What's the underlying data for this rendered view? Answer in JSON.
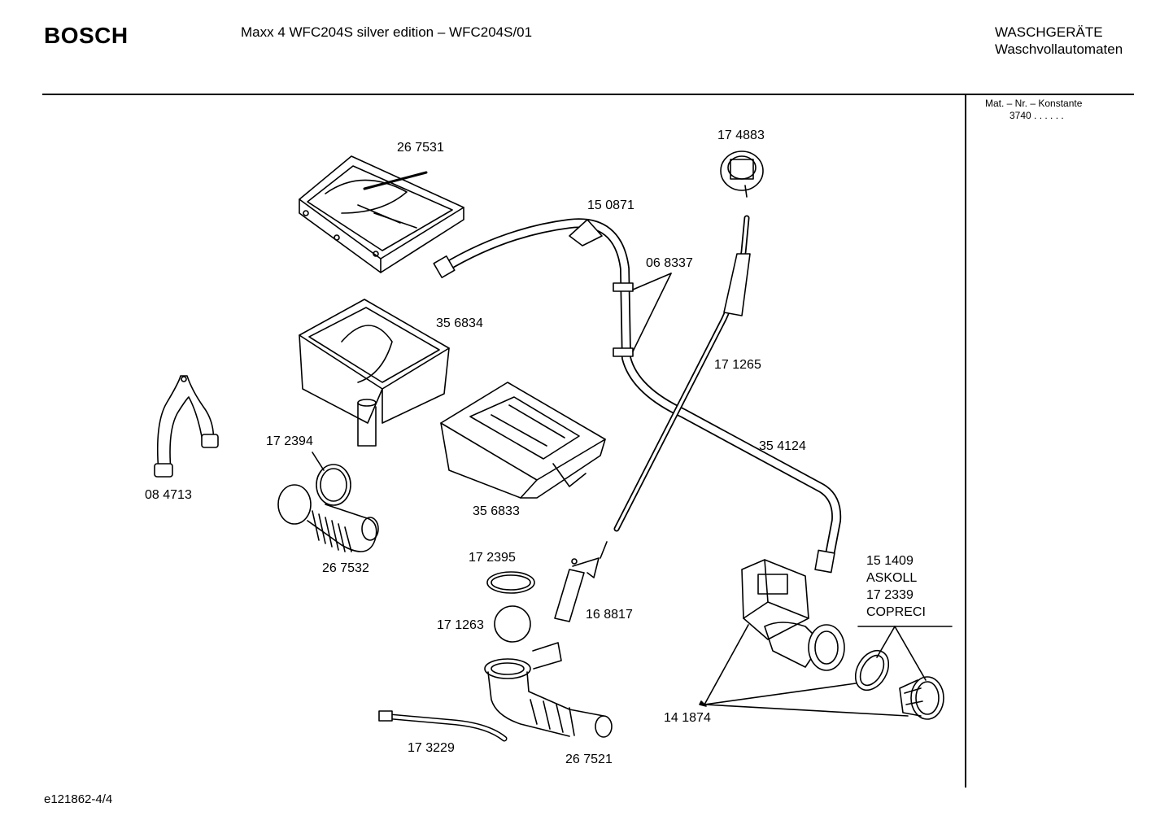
{
  "header": {
    "brand": "BOSCH",
    "title": "Maxx 4 WFC204S silver edition – WFC204S/01",
    "category": "WASCHGERÄTE",
    "subcategory": "Waschvollautomaten"
  },
  "side_panel": {
    "mat_label": "Mat. – Nr. – Konstante",
    "mat_value": "3740 . . . . . ."
  },
  "parts": {
    "p267531": "26 7531",
    "p174883": "17 4883",
    "p150871": "15 0871",
    "p068337": "06 8337",
    "p356834": "35 6834",
    "p171265": "17 1265",
    "p354124": "35 4124",
    "p172394": "17 2394",
    "p084713": "08 4713",
    "p356833": "35 6833",
    "p267532": "26 7532",
    "p172395": "17 2395",
    "p151409": "15 1409",
    "askoll": "ASKOLL",
    "p172339": "17 2339",
    "copreci": "COPRECI",
    "p171263": "17 1263",
    "p168817": "16 8817",
    "p141874": "14 1874",
    "p173229": "17 3229",
    "p267521": "26 7521"
  },
  "footer": {
    "code": "e121862-4/4"
  }
}
